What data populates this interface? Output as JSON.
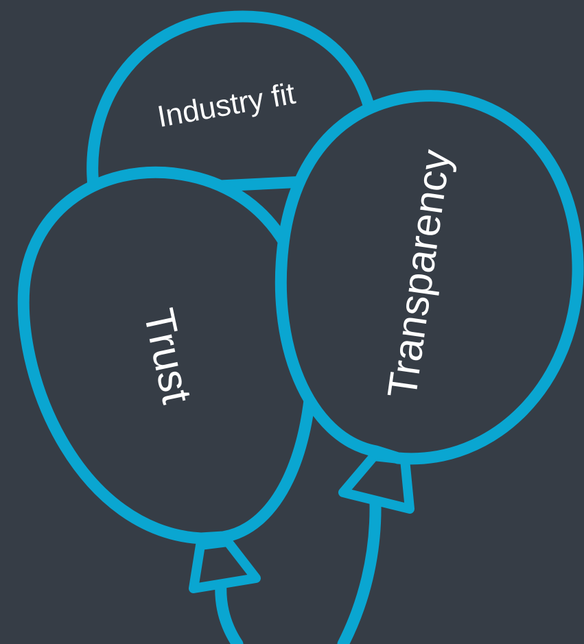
{
  "diagram": {
    "balloons": [
      {
        "id": "industry-fit",
        "label": "Industry fit"
      },
      {
        "id": "trust",
        "label": "Trust"
      },
      {
        "id": "transparency",
        "label": "Transparency"
      }
    ]
  },
  "colors": {
    "background": "#363d46",
    "outline": "#0aa6d1",
    "text": "#ffffff"
  }
}
